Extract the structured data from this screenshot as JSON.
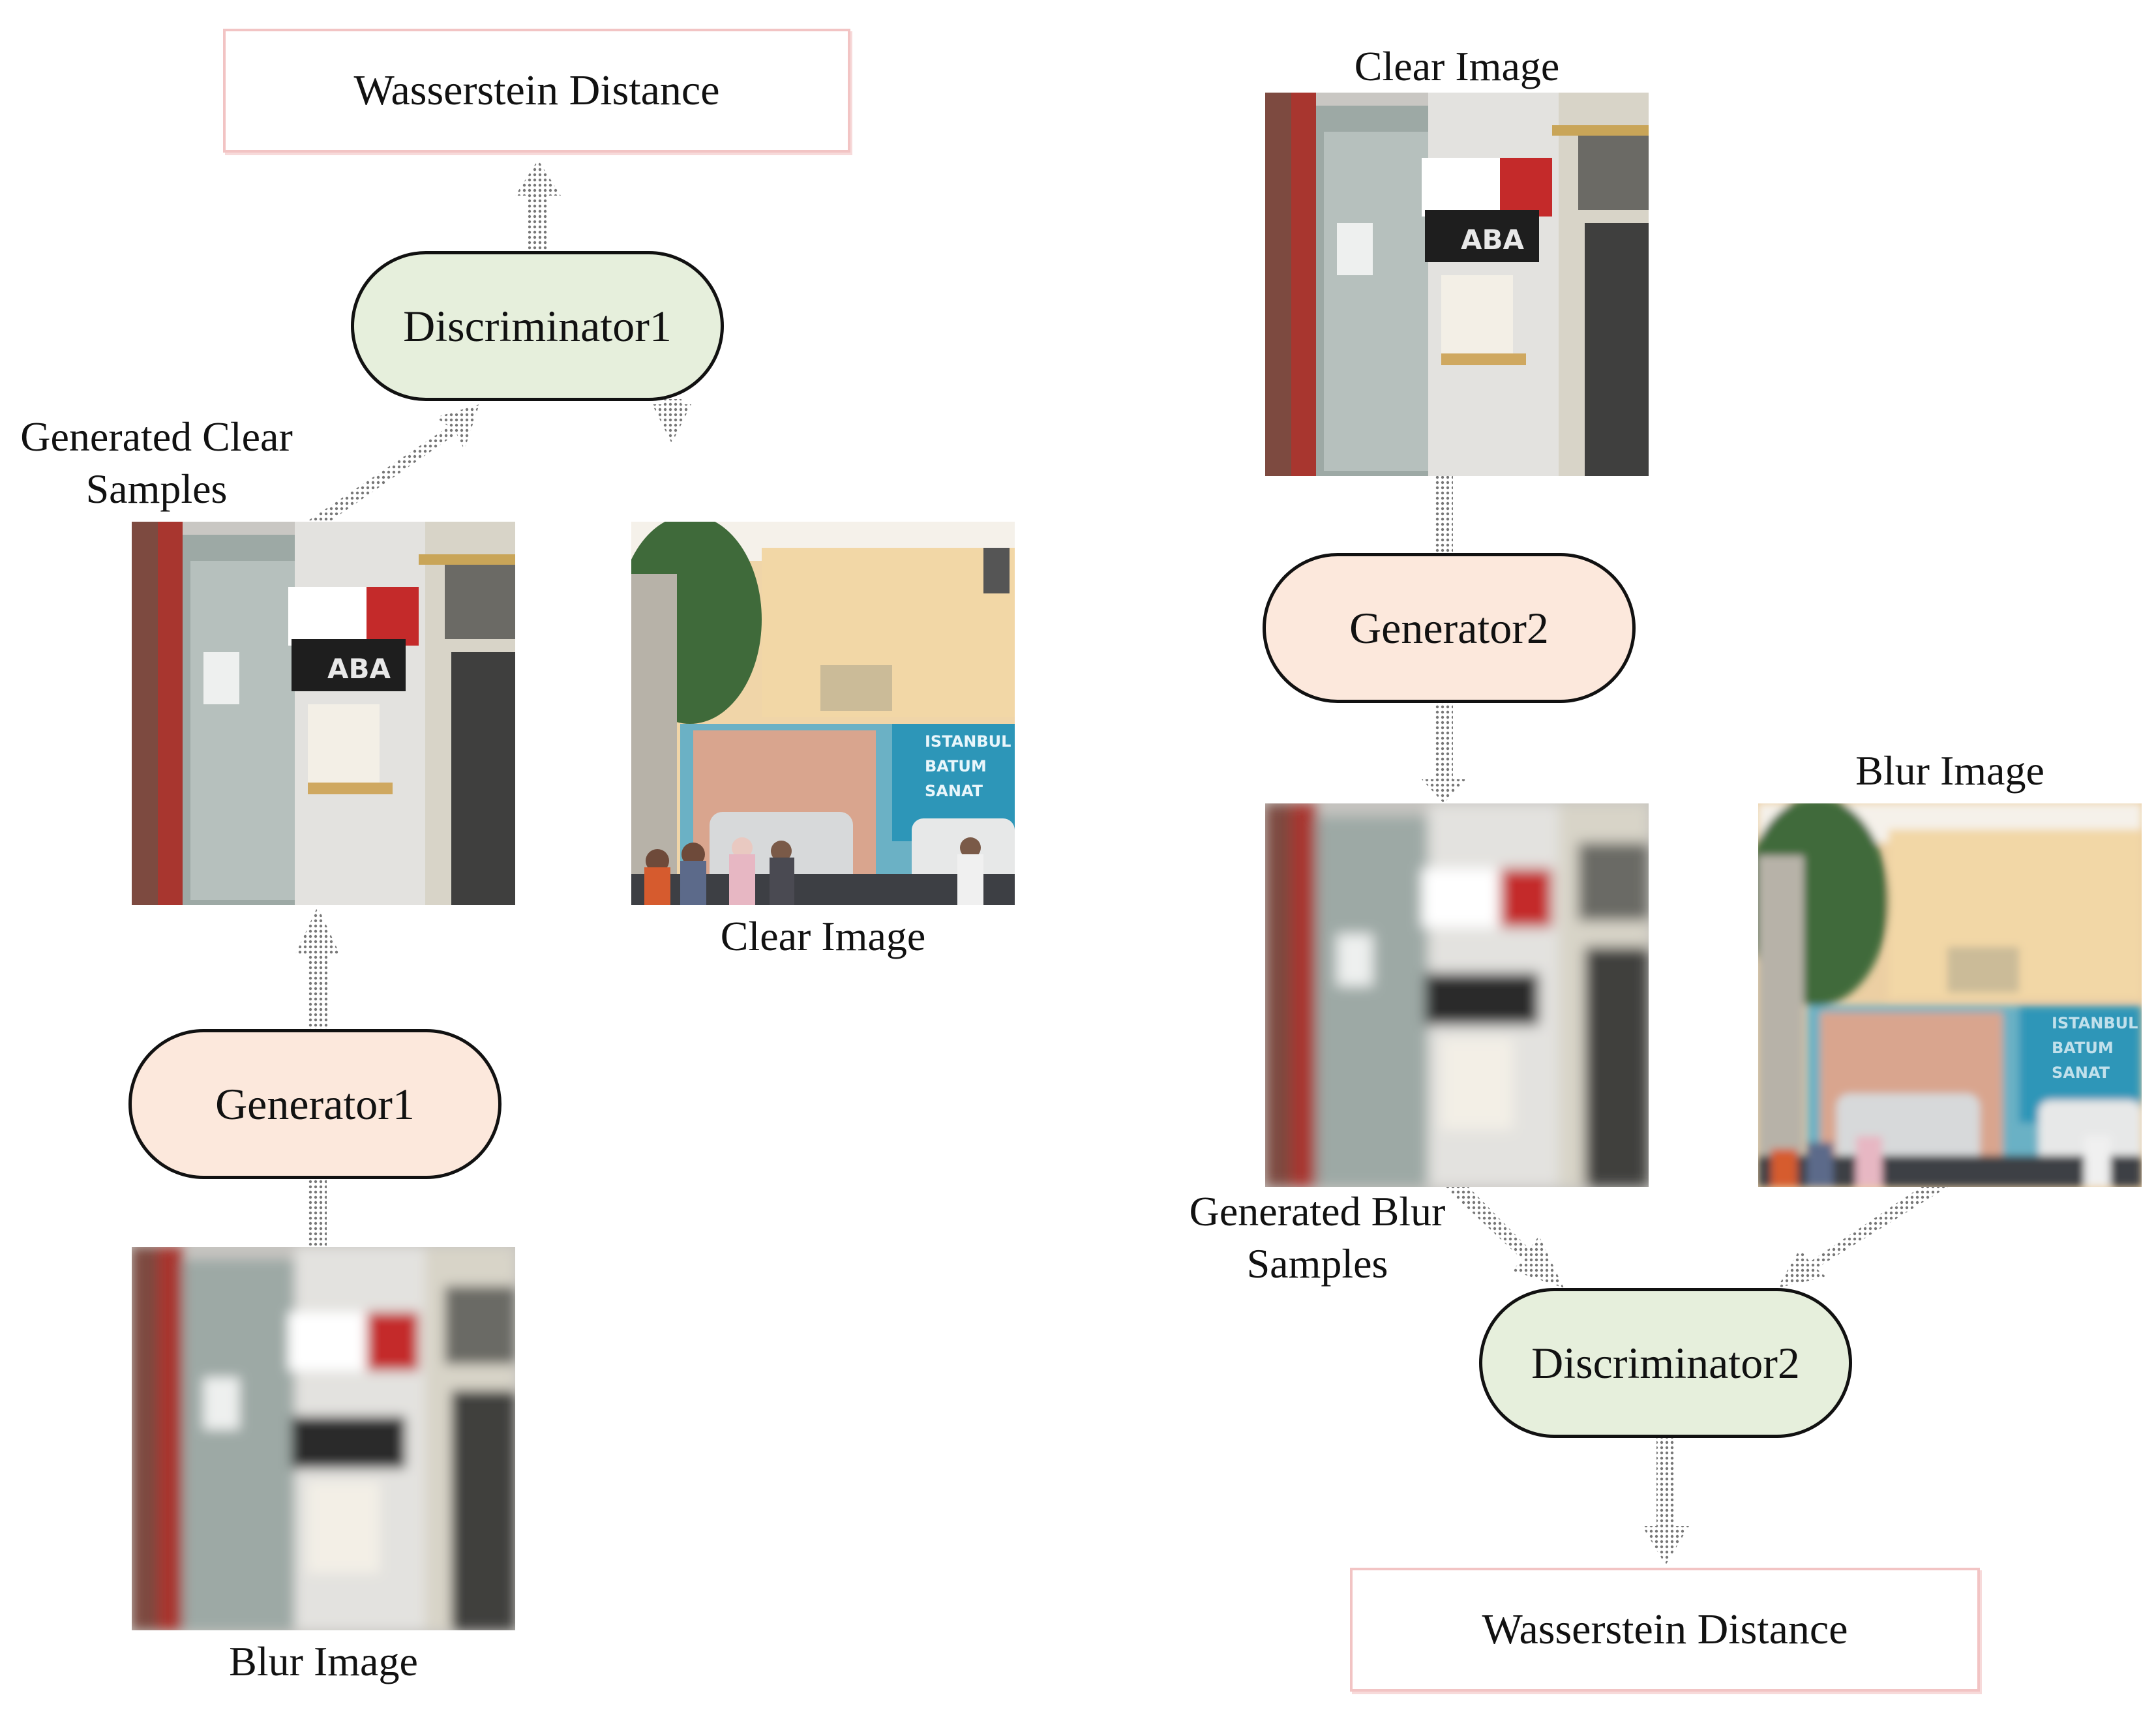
{
  "colors": {
    "discriminator_fill": "#e6efdc",
    "generator_fill": "#fce8dc",
    "distance_border": "#f2c4c4",
    "arrow": "#777777"
  },
  "left": {
    "distance_label": "Wasserstein Distance",
    "discriminator_label": "Discriminator1",
    "generated_label": "Generated Clear Samples",
    "clear_image_label": "Clear Image",
    "generator_label": "Generator1",
    "blur_image_label": "Blur Image"
  },
  "right": {
    "clear_image_label": "Clear Image",
    "generator_label": "Generator2",
    "blur_image_label": "Blur Image",
    "generated_label": "Generated Blur Samples",
    "discriminator_label": "Discriminator2",
    "distance_label": "Wasserstein Distance"
  },
  "photo_text": {
    "sign": "ABA",
    "banner_line1": "ISTANBUL",
    "banner_line2": "BATUM",
    "banner_line3": "SANAT"
  }
}
